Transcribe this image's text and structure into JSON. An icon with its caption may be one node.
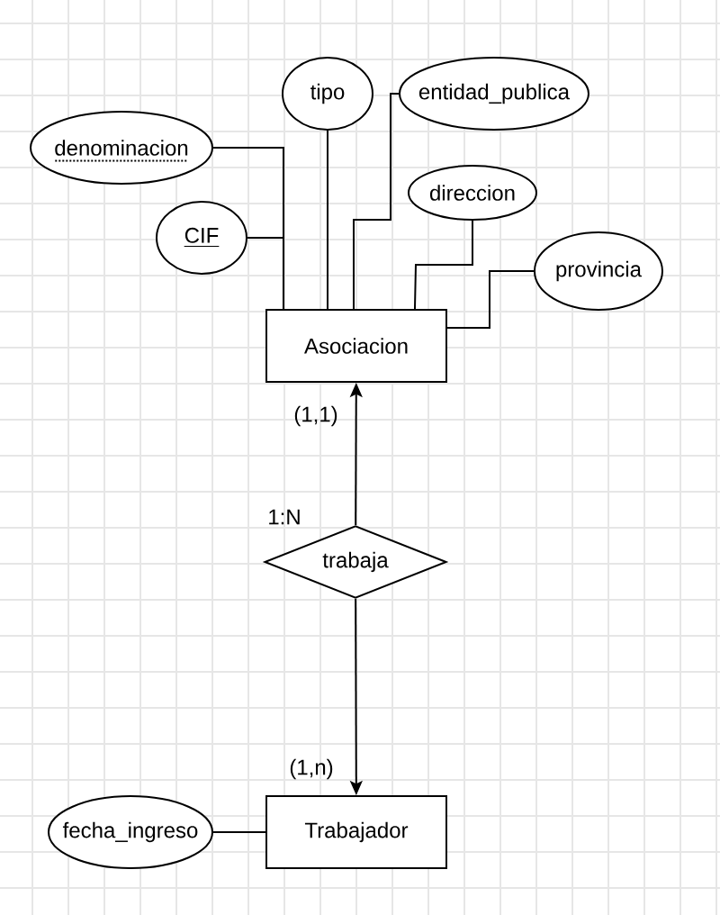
{
  "diagram": {
    "nodes": [
      {
        "text": [
          "tipo"
        ]
      },
      {
        "text": [
          "entidad_publica"
        ]
      },
      {
        "text": [
          "denominacion"
        ]
      },
      {
        "text": [
          "direccion"
        ]
      },
      {
        "text": [
          "CIF"
        ]
      },
      {
        "text": [
          "provincia"
        ]
      },
      {
        "text": [
          "Asociacion"
        ]
      },
      {
        "text": [
          "trabaja"
        ],
        "beside": [
          "1:N"
        ]
      },
      {
        "text": [
          "fecha_ingreso"
        ]
      },
      {
        "text": [
          "Trabajador"
        ]
      }
    ],
    "edges": [
      {
        "from": 0,
        "to": 6,
        "arrow": "none"
      },
      {
        "from": 1,
        "to": 6,
        "arrow": "none"
      },
      {
        "from": 2,
        "to": 6,
        "arrow": "none"
      },
      {
        "from": 3,
        "to": 6,
        "arrow": "none"
      },
      {
        "from": 4,
        "to": 6,
        "arrow": "none"
      },
      {
        "from": 5,
        "to": 6,
        "arrow": "none"
      },
      {
        "from": 7,
        "to": 6,
        "arrow": "to",
        "label": "(1,1)"
      },
      {
        "from": 7,
        "to": 9,
        "arrow": "to",
        "label": "(1,n)"
      },
      {
        "from": 8,
        "to": 9,
        "arrow": "none"
      }
    ]
  }
}
